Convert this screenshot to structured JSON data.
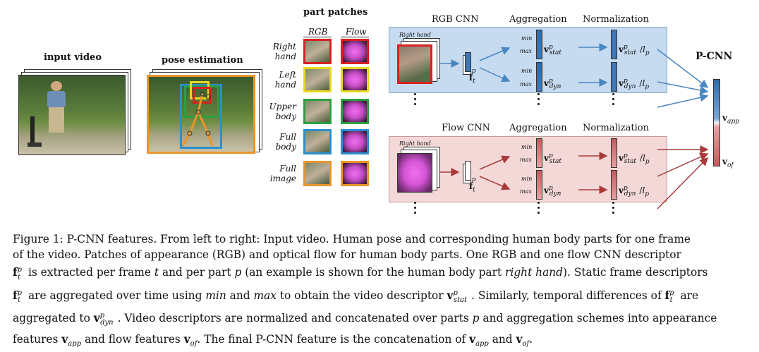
{
  "labels": {
    "input_video": "input video",
    "pose_estimation": "pose estimation",
    "part_patches": "part patches",
    "rgb_col": "RGB",
    "flow_col": "Flow",
    "parts": [
      {
        "l1": "Right",
        "l2": "hand",
        "color": "#d92020"
      },
      {
        "l1": "Left",
        "l2": "hand",
        "color": "#e8d820"
      },
      {
        "l1": "Upper",
        "l2": "body",
        "color": "#2aa040"
      },
      {
        "l1": "Full",
        "l2": "body",
        "color": "#2a8fd0"
      },
      {
        "l1": "Full",
        "l2": "image",
        "color": "#e8962a"
      }
    ],
    "rgb_cnn": "RGB CNN",
    "flow_cnn": "Flow CNN",
    "aggregation": "Aggregation",
    "normalization": "Normalization",
    "pcnn": "P-CNN",
    "right_hand": "Right hand",
    "min": "min",
    "max": "max"
  },
  "colors": {
    "rgb_arrow": "#4a86c0",
    "flow_arrow": "#a83a3a",
    "rgb_bar": "#3f77b6",
    "flow_bar": "#c55b5b"
  },
  "caption": [
    "Figure 1: P-CNN features. From left to right: Input video. Human pose and corresponding human body parts for one frame",
    "of the video. Patches of appearance (RGB) and optical flow for human body parts. One RGB and one flow CNN descriptor",
    "is extracted per frame t and per part p (an example is shown for the human body part right hand). Static frame descriptors",
    "are aggregated over time using min and max to obtain the video descriptor . Similarly, temporal differences of are",
    "aggregated to . Video descriptors are normalized and concatenated over parts p and aggregation schemes into appearance",
    "features and flow features . The final P-CNN feature is the concatenation of and ."
  ]
}
